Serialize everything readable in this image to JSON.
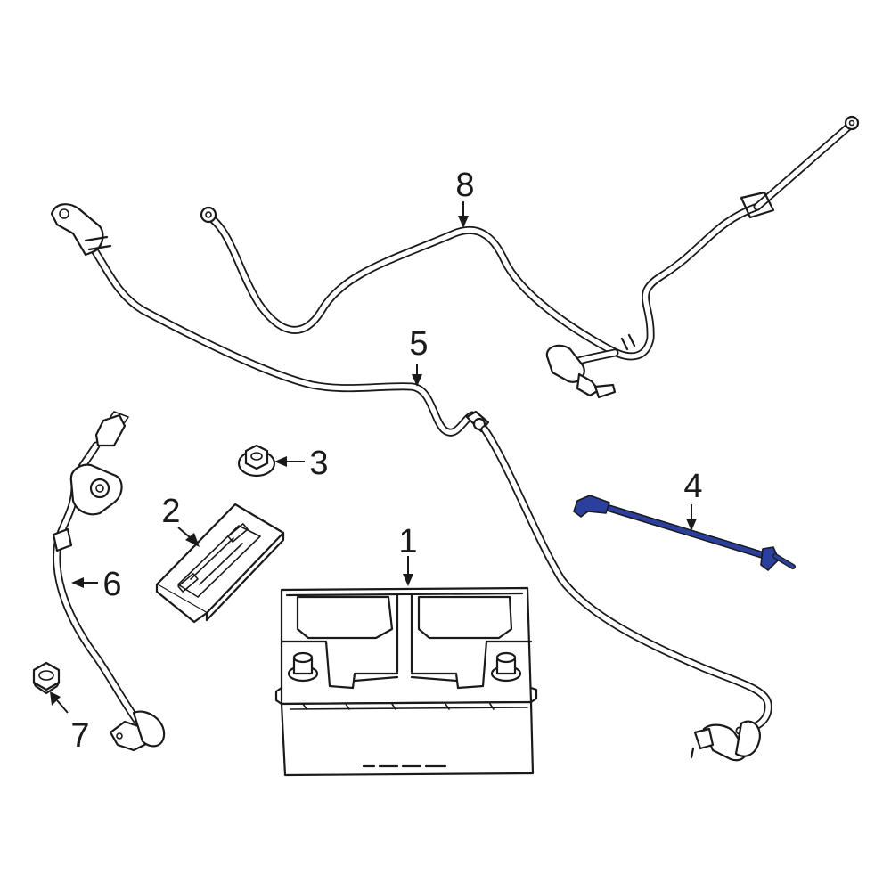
{
  "diagram": {
    "callouts": [
      {
        "id": "1",
        "label": "1"
      },
      {
        "id": "2",
        "label": "2"
      },
      {
        "id": "3",
        "label": "3"
      },
      {
        "id": "4",
        "label": "4"
      },
      {
        "id": "5",
        "label": "5"
      },
      {
        "id": "6",
        "label": "6"
      },
      {
        "id": "7",
        "label": "7"
      },
      {
        "id": "8",
        "label": "8"
      }
    ],
    "colors": {
      "line": "#1a1a1a",
      "highlight": "#2b3f9e",
      "background": "#ffffff"
    }
  }
}
